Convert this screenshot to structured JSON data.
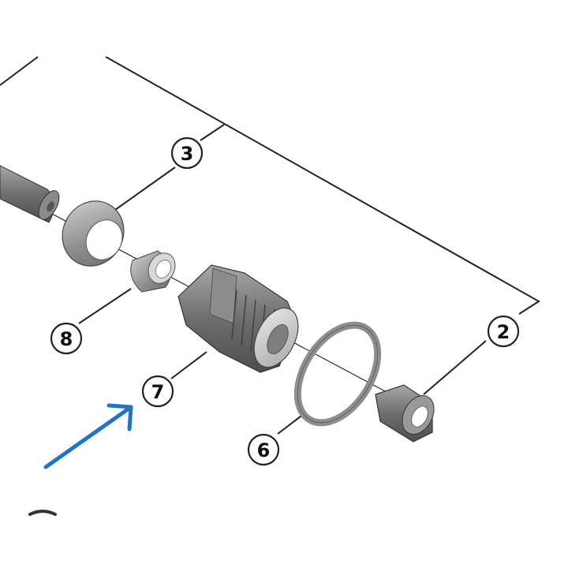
{
  "diagram": {
    "callouts": [
      {
        "id": "3",
        "label": "3"
      },
      {
        "id": "8",
        "label": "8"
      },
      {
        "id": "7",
        "label": "7"
      },
      {
        "id": "6",
        "label": "6"
      },
      {
        "id": "2",
        "label": "2"
      }
    ],
    "parts": [
      {
        "name": "axle-end"
      },
      {
        "name": "seal-ring"
      },
      {
        "name": "spacer-ring"
      },
      {
        "name": "freehub-body"
      },
      {
        "name": "o-ring"
      },
      {
        "name": "end-cap"
      }
    ],
    "colors": {
      "line": "#222222",
      "part_dark": "#6b6b6b",
      "part_mid": "#9a9a9a",
      "part_light": "#c9c9c9",
      "arrow": "#1f73c9"
    },
    "icons": {
      "pointer": "arrow-up-right-icon"
    }
  }
}
